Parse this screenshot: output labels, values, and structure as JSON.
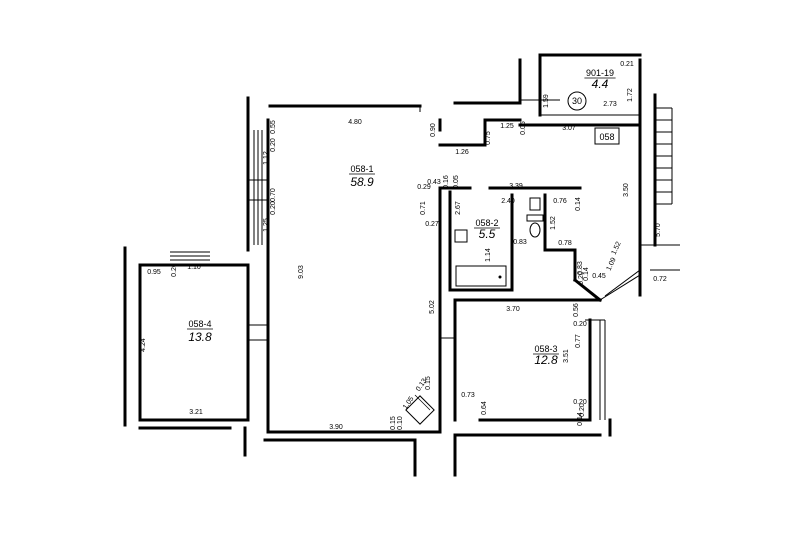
{
  "flat_label": "058",
  "axis_mark": "30",
  "rooms": [
    {
      "id": "058-1",
      "area": "58.9"
    },
    {
      "id": "058-2",
      "area": "5.5"
    },
    {
      "id": "058-3",
      "area": "12.8"
    },
    {
      "id": "058-4",
      "area": "13.8"
    },
    {
      "id": "901-19",
      "area": "4.4"
    }
  ],
  "dims": [
    "4.80",
    "0.55",
    "0.90",
    "0.20",
    "1.12",
    "0.70",
    "0.20",
    "1.25",
    "9.03",
    "0.20",
    "1.10",
    "0.95",
    "4.24",
    "3.21",
    "3.90",
    "0.15",
    "0.10",
    "1.05",
    "0.13",
    "0.15",
    "5.02",
    "0.27",
    "0.71",
    "2.67",
    "0.29",
    "0.43",
    "0.16",
    "0.05",
    "1.26",
    "0.75",
    "1.25",
    "0.05",
    "3.39",
    "2.40",
    "0.76",
    "0.14",
    "1.52",
    "0.78",
    "0.83",
    "1.14",
    "0.83",
    "0.20",
    "0.14",
    "0.45",
    "1.09",
    "1.52",
    "3.70",
    "0.56",
    "0.20",
    "0.77",
    "3.51",
    "0.20",
    "0.20",
    "0.14",
    "0.73",
    "0.64",
    "3.07",
    "2.73",
    "1.59",
    "0.21",
    "1.72",
    "3.50",
    "5.70",
    "0.72"
  ]
}
